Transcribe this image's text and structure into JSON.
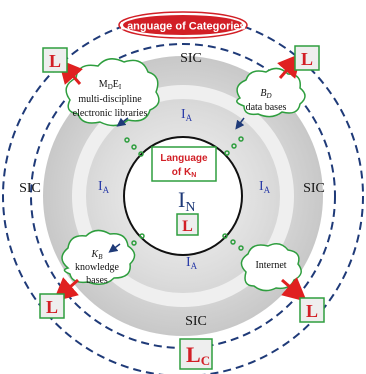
{
  "title": "Language of Categories",
  "center": {
    "label_line1": "Language",
    "label_line2_main": "of K",
    "label_line2_sub": "N",
    "core_main": "I",
    "core_sub": "N",
    "core_l": "L"
  },
  "sic_labels": [
    "SIC",
    "SIC",
    "SIC",
    "SIC"
  ],
  "ia_labels": [
    {
      "main": "I",
      "sub": "A"
    },
    {
      "main": "I",
      "sub": "A"
    },
    {
      "main": "I",
      "sub": "A"
    },
    {
      "main": "I",
      "sub": "A"
    }
  ],
  "clouds": {
    "top_left": {
      "line1_main": "M",
      "line1_sub": "D",
      "line1_main2": "E",
      "line1_sub2": "I",
      "line2": "multi-discipline",
      "line3": "electronic libraries"
    },
    "top_right": {
      "line1_main": "B",
      "line1_sub": "D",
      "line2": "data bases"
    },
    "bottom_left": {
      "line1_main": "K",
      "line1_sub": "B",
      "line2": "knowledge",
      "line3": "bases"
    },
    "bottom_right": {
      "line1": "Internet"
    }
  },
  "corner_boxes": {
    "top_left": "L",
    "top_right": "L",
    "bottom_left": "L",
    "bottom_right": "L"
  },
  "bottom_box": {
    "main": "L",
    "sub": "C"
  },
  "colors": {
    "title_red": "#d21f26",
    "navy": "#1f3a78",
    "ia_blue": "#2a3ca8",
    "arrow_red": "#e02020",
    "green": "#2e9e3e",
    "box_fill": "#eeeeee"
  }
}
